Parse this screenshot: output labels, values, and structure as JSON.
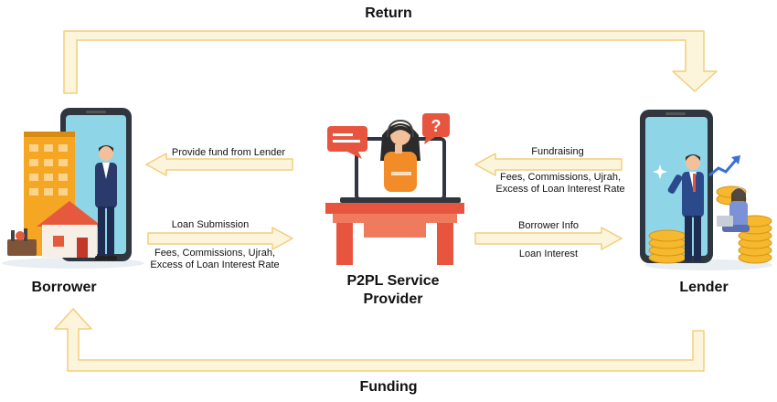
{
  "flow_labels": {
    "return": "Return",
    "funding": "Funding"
  },
  "actors": {
    "borrower": "Borrower",
    "provider_line1": "P2PL Service",
    "provider_line2": "Provider",
    "lender": "Lender"
  },
  "arrows": {
    "provide_fund": "Provide fund from Lender",
    "loan_submission": "Loan Submission",
    "fees_line1": "Fees, Commissions, Ujrah,",
    "fees_line2": "Excess of Loan Interest Rate",
    "fundraising": "Fundraising",
    "lender_fees_line1": "Fees, Commissions, Ujrah,",
    "lender_fees_line2": "Excess of Loan Interest Rate",
    "borrower_info": "Borrower Info",
    "loan_interest": "Loan Interest"
  },
  "colors": {
    "arrow_fill": "#fdf4dc",
    "arrow_stroke": "#f2ce7c",
    "accent_orange": "#f28c28",
    "desk_red": "#e8553f",
    "phone_dark": "#2f3640",
    "phone_screen": "#8fd5e8",
    "coin": "#f5b82e"
  },
  "icons": {
    "speech_bubble": "speech-bubble-icon",
    "question": "question-bubble-icon"
  },
  "question_mark": "?"
}
